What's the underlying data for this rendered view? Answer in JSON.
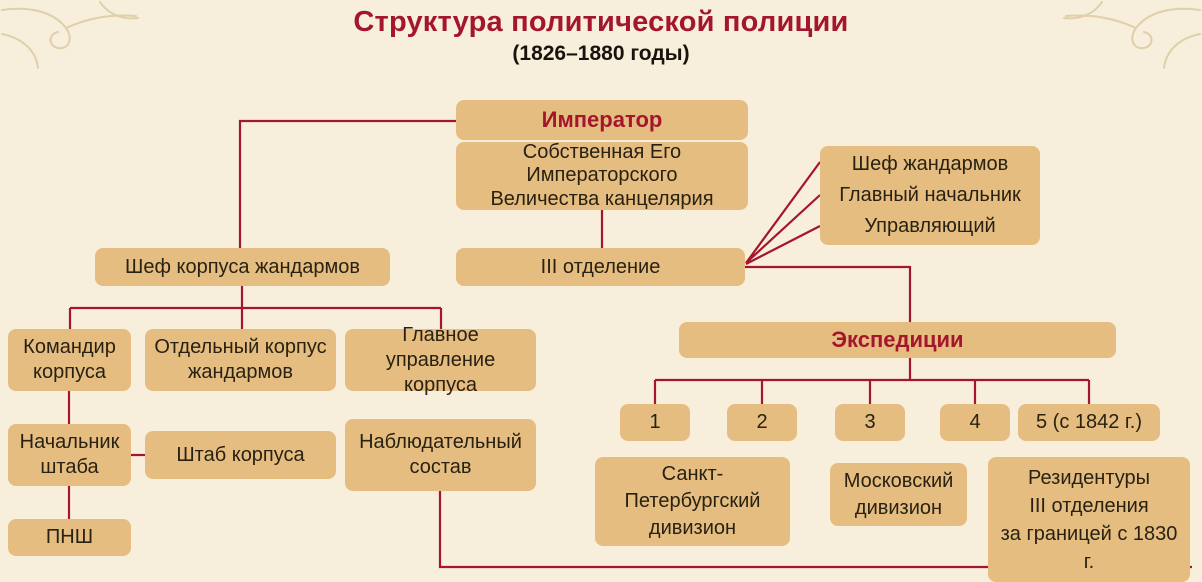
{
  "title": "Структура политической полиции",
  "subtitle": "(1826–1880 годы)",
  "colors": {
    "background": "#f7efdb",
    "box_fill": "#e5bd80",
    "accent_red": "#a4162b",
    "line": "#a4162b",
    "text": "#292112"
  },
  "nodes": {
    "emperor": {
      "label": "Император"
    },
    "chancery": {
      "label": "Собственная Его\nИмператорского\nВеличества канцелярия"
    },
    "gendarme_chiefs": {
      "label": "Шеф жандармов\nГлавный начальник\nУправляющий"
    },
    "third_department": {
      "label": "III отделение"
    },
    "corps_chief": {
      "label": "Шеф корпуса жандармов"
    },
    "corps_commander": {
      "label": "Командир\nкорпуса"
    },
    "separate_corps": {
      "label": "Отдельный корпус\nжандармов"
    },
    "main_directorate": {
      "label": "Главное управление\nкорпуса"
    },
    "expeditions": {
      "label": "Экспедиции"
    },
    "staff_chief": {
      "label": "Начальник\nштаба"
    },
    "corps_staff": {
      "label": "Штаб корпуса"
    },
    "surveillance": {
      "label": "Наблюдательный\nсостав"
    },
    "pnsh": {
      "label": "ПНШ"
    },
    "expedition_1": {
      "label": "1"
    },
    "expedition_2": {
      "label": "2"
    },
    "expedition_3": {
      "label": "3"
    },
    "expedition_4": {
      "label": "4"
    },
    "expedition_5": {
      "label": "5 (с 1842 г.)"
    },
    "spb_division": {
      "label": "Санкт-\nПетербургский\nдивизион"
    },
    "moscow_division": {
      "label": "Московский\nдивизион"
    },
    "residencies": {
      "label": "Резидентуры\nIII отделения\nза границей с 1830\nг."
    }
  }
}
